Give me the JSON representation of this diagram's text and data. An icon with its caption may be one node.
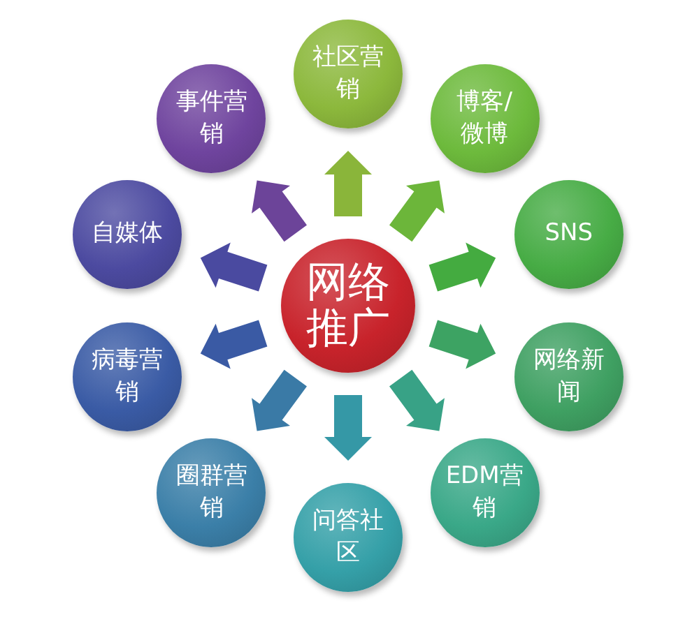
{
  "diagram": {
    "nodes": [
      {
        "text": [
          "网络推广"
        ]
      },
      {
        "text": [
          "社区营销"
        ]
      },
      {
        "text": [
          "博客/微博"
        ]
      },
      {
        "text": [
          "SNS"
        ]
      },
      {
        "text": [
          "网络新闻"
        ]
      },
      {
        "text": [
          "EDM营销"
        ]
      },
      {
        "text": [
          "问答社区"
        ]
      },
      {
        "text": [
          "圈群营销"
        ]
      },
      {
        "text": [
          "病毒营销"
        ]
      },
      {
        "text": [
          "自媒体"
        ]
      },
      {
        "text": [
          "事件营销"
        ]
      }
    ],
    "edges": [
      {
        "from": 0,
        "to": 1,
        "arrow": "to",
        "color": "#8ab53a"
      },
      {
        "from": 0,
        "to": 2,
        "arrow": "to",
        "color": "#6cb63a"
      },
      {
        "from": 0,
        "to": 3,
        "arrow": "to",
        "color": "#44ab40"
      },
      {
        "from": 0,
        "to": 4,
        "arrow": "to",
        "color": "#3da363"
      },
      {
        "from": 0,
        "to": 5,
        "arrow": "to",
        "color": "#38a286"
      },
      {
        "from": 0,
        "to": 6,
        "arrow": "to",
        "color": "#3598a6"
      },
      {
        "from": 0,
        "to": 7,
        "arrow": "to",
        "color": "#3a7aa6"
      },
      {
        "from": 0,
        "to": 8,
        "arrow": "to",
        "color": "#3a5aa4"
      },
      {
        "from": 0,
        "to": 9,
        "arrow": "to",
        "color": "#4a4aa0"
      },
      {
        "from": 0,
        "to": 10,
        "arrow": "to",
        "color": "#6c4499"
      }
    ]
  }
}
